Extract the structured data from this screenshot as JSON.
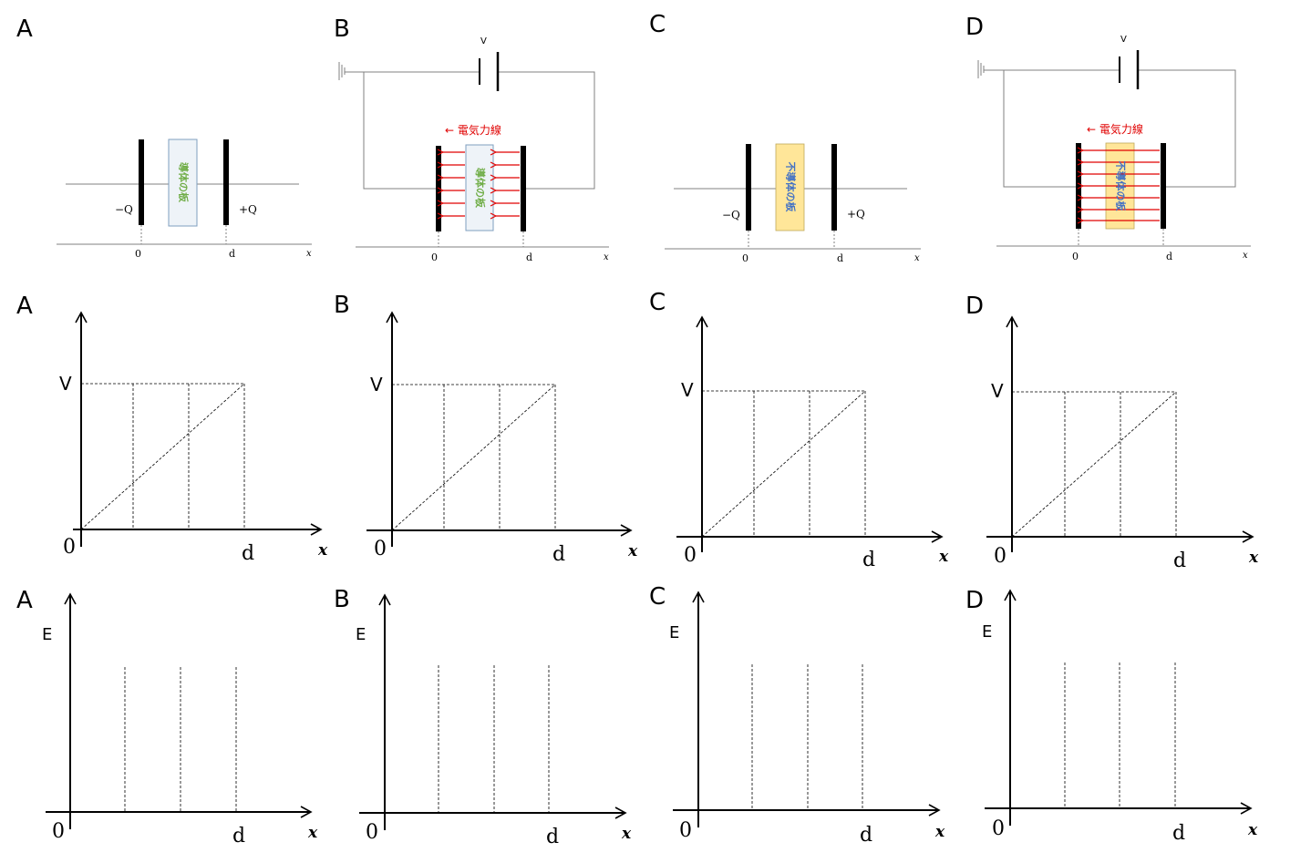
{
  "rows": {
    "setup": {
      "panels": [
        {
          "letter": "A",
          "left_charge": "−Q",
          "right_charge": "+Q",
          "plate_text": "導体の板",
          "plate_kind": "conductor",
          "battery": false
        },
        {
          "letter": "B",
          "battery_label": "V",
          "field_label": "← 電気力線",
          "plate_text": "導体の板",
          "plate_kind": "conductor",
          "battery": true
        },
        {
          "letter": "C",
          "left_charge": "−Q",
          "right_charge": "+Q",
          "plate_text": "不導体の板",
          "plate_kind": "insulator",
          "battery": false
        },
        {
          "letter": "D",
          "battery_label": "V",
          "field_label": "← 電気力線",
          "plate_text": "不導体の板",
          "plate_kind": "insulator",
          "battery": true
        }
      ],
      "axis": {
        "origin": "0",
        "end": "d",
        "var": "x"
      }
    },
    "potential": {
      "panels": [
        {
          "letter": "A",
          "ylabel": "V",
          "origin": "0",
          "xmark": "d",
          "xvar": "x"
        },
        {
          "letter": "B",
          "ylabel": "V",
          "origin": "0",
          "xmark": "d",
          "xvar": "x"
        },
        {
          "letter": "C",
          "ylabel": "V",
          "origin": "0",
          "xmark": "d",
          "xvar": "x"
        },
        {
          "letter": "D",
          "ylabel": "V",
          "origin": "0",
          "xmark": "d",
          "xvar": "x"
        }
      ]
    },
    "field": {
      "panels": [
        {
          "letter": "A",
          "ylabel": "E",
          "origin": "0",
          "xmark": "d",
          "xvar": "x"
        },
        {
          "letter": "B",
          "ylabel": "E",
          "origin": "0",
          "xmark": "d",
          "xvar": "x"
        },
        {
          "letter": "C",
          "ylabel": "E",
          "origin": "0",
          "xmark": "d",
          "xvar": "x"
        },
        {
          "letter": "D",
          "ylabel": "E",
          "origin": "0",
          "xmark": "d",
          "xvar": "x"
        }
      ]
    }
  },
  "colors": {
    "ink": "#000000",
    "wire": "#808080",
    "field_line": "#e00000",
    "conductor_fill": "#eef3f8",
    "conductor_border": "#7f9fbf",
    "conductor_text": "#70ad47",
    "insulator_fill": "#ffe699",
    "insulator_text": "#4472c4"
  }
}
